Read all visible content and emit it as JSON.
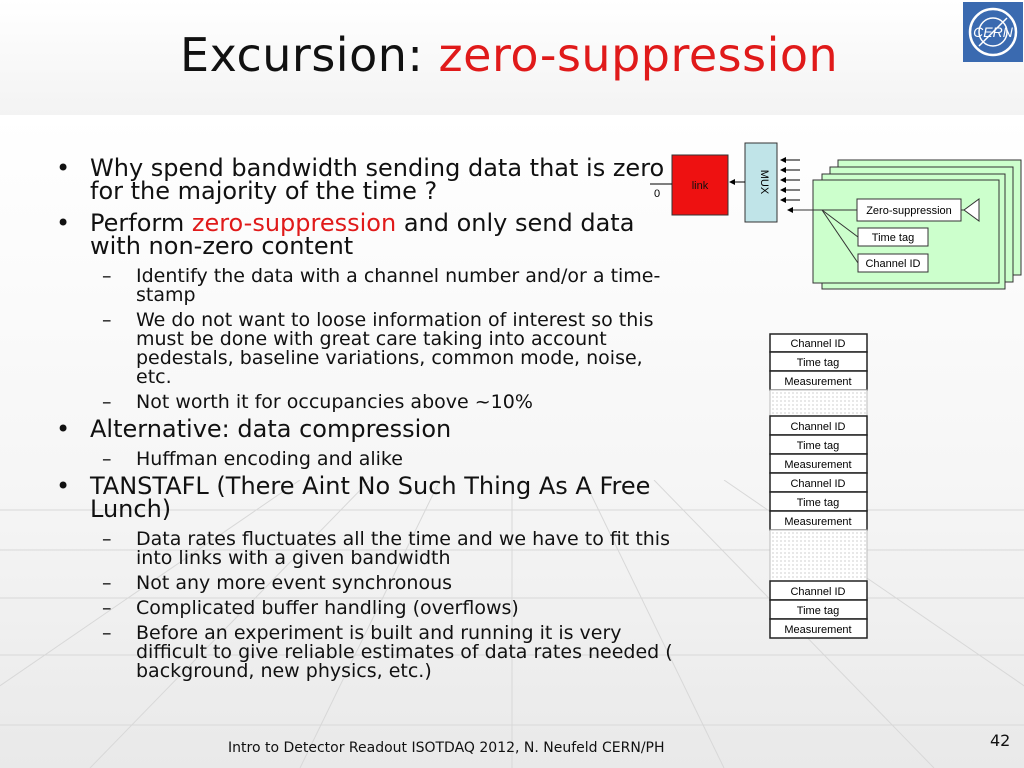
{
  "title": {
    "main": "Excursion: ",
    "highlight": "zero-suppression"
  },
  "logo": {
    "text": "CERN"
  },
  "bullets": [
    {
      "text": "Why spend bandwidth sending data that is zero for the majority of the time ?"
    },
    {
      "pre": "Perform ",
      "highlight": "zero-suppression",
      "post": " and only send data with non-zero content",
      "sub": [
        "Identify the data with a channel number and/or a time-stamp",
        "We do not want to loose information of interest so this must be done with great care taking into account pedestals, baseline variations, common mode, noise, etc.",
        "Not worth it for occupancies above ~10%"
      ]
    },
    {
      "text": "Alternative: data compression",
      "sub": [
        "Huffman encoding and alike"
      ]
    },
    {
      "text": "TANSTAFL (There Aint No Such Thing As A Free Lunch)",
      "sub": [
        "Data rates fluctuates all the time and we have to fit this into links with a given bandwidth",
        "Not any more event synchronous",
        "Complicated buffer handling (overflows)",
        "Before an experiment is built and running it is very difficult to give reliable estimates of data rates needed ( background, new physics, etc.)"
      ]
    }
  ],
  "diagram": {
    "link_label": "link",
    "link_zero": "0",
    "mux_label": "MUX",
    "zero_suppression_label": "Zero-suppression",
    "time_tag_label": "Time tag",
    "channel_id_label": "Channel ID",
    "measurement_label": "Measurement",
    "link_color": "#ee1111",
    "mux_color": "#c0e4e8",
    "board_color": "#ccffcc"
  },
  "footer": "Intro to Detector Readout ISOTDAQ  2012, N. Neufeld CERN/PH",
  "page_number": "42"
}
